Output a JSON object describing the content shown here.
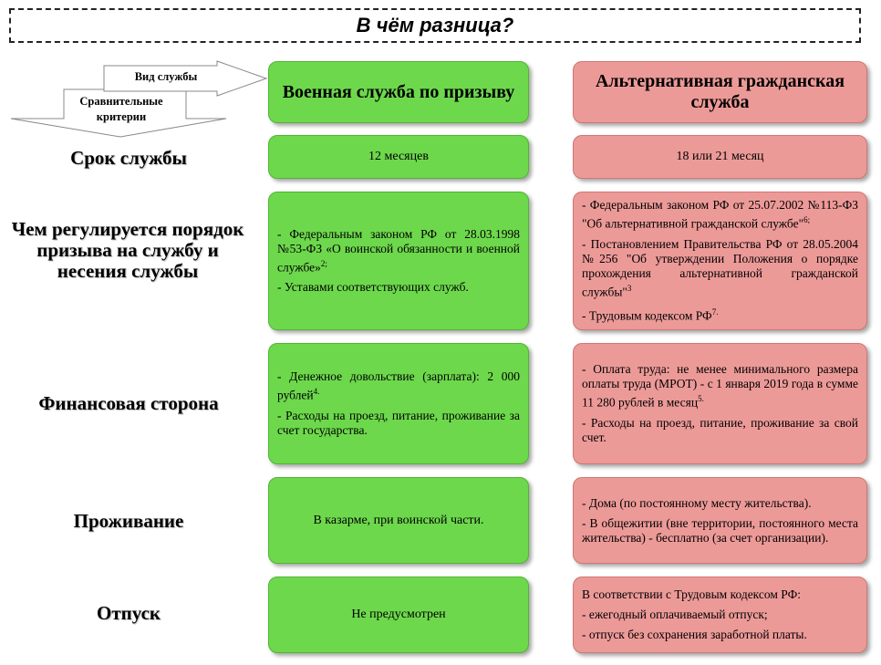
{
  "title": "В чём разница?",
  "legend": {
    "service_type": "Вид службы",
    "criteria": "Сравнительные критерии"
  },
  "columns": {
    "military": "Военная служба по призыву",
    "alternative": "Альтернативная гражданская служба"
  },
  "rows": {
    "term": {
      "label": "Срок службы",
      "military": "12 месяцев",
      "alternative": "18 или 21 месяц"
    },
    "regulation": {
      "label": "Чем регулируется порядок призыва на службу и несения службы",
      "military": [
        "- Федеральным законом РФ от 28.03.1998 №53-ФЗ «О воинской обязанности и военной службе»",
        "- Уставами соответствующих служб."
      ],
      "military_notes": [
        "2;",
        ""
      ],
      "alternative": [
        "- Федеральным законом РФ от 25.07.2002 №113-ФЗ \"Об альтернативной гражданской службе\"",
        "- Постановлением Правительства РФ от 28.05.2004 №256 \"Об утверждении Положения о порядке прохождения альтернативной гражданской службы\"",
        "- Трудовым кодексом РФ"
      ],
      "alternative_notes": [
        "6;",
        "3",
        "7."
      ]
    },
    "finance": {
      "label": "Финансовая сторона",
      "military": [
        "- Денежное довольствие (зарплата): 2 000 рублей",
        "- Расходы на проезд, питание, проживание за счет государства."
      ],
      "military_notes": [
        "4.",
        ""
      ],
      "alternative": [
        "- Оплата труда: не менее минимального размера оплаты труда (МРОТ) - с 1 января 2019 года в сумме 11 280 рублей в месяц",
        "- Расходы на проезд, питание, проживание за свой счет."
      ],
      "alternative_notes": [
        "5.",
        ""
      ]
    },
    "housing": {
      "label": "Проживание",
      "military": "В казарме, при воинской части.",
      "alternative": [
        "- Дома (по постоянному месту жительства).",
        "- В общежитии (вне территории, постоянного места жительства) - бесплатно (за счет организации)."
      ]
    },
    "leave": {
      "label": "Отпуск",
      "military": "Не предусмотрен",
      "alternative": [
        "В соответствии с Трудовым кодексом РФ:",
        "- ежегодный оплачиваемый отпуск;",
        "- отпуск без сохранения заработной платы."
      ]
    }
  },
  "colors": {
    "military_fill": "#6dd84c",
    "alternative_fill": "#ec9a98"
  }
}
